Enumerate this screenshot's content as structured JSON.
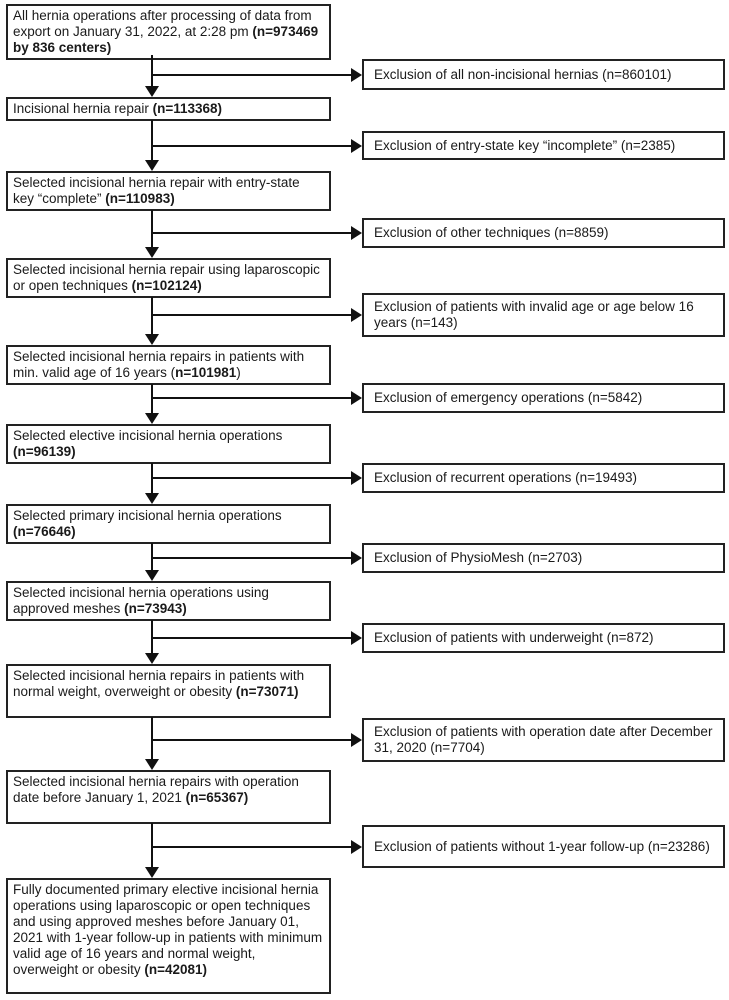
{
  "colors": {
    "ink": "#1a1a1a",
    "box_border": "#222222",
    "background": "#ffffff"
  },
  "flow": {
    "steps": [
      {
        "box": {
          "pre": "All hernia operations after processing of data from export on January 31, 2022, at 2:28 pm ",
          "bold": "(n=973469 by 836 centers)",
          "post": ""
        },
        "exclusion": "Exclusion of all non-incisional hernias (n=860101)"
      },
      {
        "box": {
          "pre": "Incisional hernia repair ",
          "bold": "(n=113368)",
          "post": ""
        },
        "exclusion": "Exclusion of entry-state key “incomplete” (n=2385)"
      },
      {
        "box": {
          "pre": "Selected incisional hernia repair with entry-state key “complete” ",
          "bold": "(n=110983)",
          "post": ""
        },
        "exclusion": "Exclusion of other techniques (n=8859)"
      },
      {
        "box": {
          "pre": "Selected incisional hernia repair using laparoscopic or open techniques ",
          "bold": "(n=102124)",
          "post": ""
        },
        "exclusion": "Exclusion of patients with invalid age or age below 16 years (n=143)"
      },
      {
        "box": {
          "pre": "Selected incisional hernia repairs in patients with min. valid age of 16 years (",
          "bold": "n=101981",
          "post": ")"
        },
        "exclusion": "Exclusion of emergency operations (n=5842)"
      },
      {
        "box": {
          "pre": "Selected elective incisional hernia operations ",
          "bold": "(n=96139)",
          "post": ""
        },
        "exclusion": "Exclusion of recurrent operations (n=19493)"
      },
      {
        "box": {
          "pre": "Selected primary incisional hernia operations ",
          "bold": "(n=76646)",
          "post": ""
        },
        "exclusion": "Exclusion of PhysioMesh (n=2703)"
      },
      {
        "box": {
          "pre": "Selected incisional hernia operations using approved meshes ",
          "bold": "(n=73943)",
          "post": ""
        },
        "exclusion": "Exclusion of patients with underweight (n=872)"
      },
      {
        "box": {
          "pre": "Selected incisional hernia repairs in patients with normal weight, overweight or obesity ",
          "bold": "(n=73071)",
          "post": ""
        },
        "exclusion": "Exclusion of patients with operation date after December 31, 2020 (n=7704)"
      },
      {
        "box": {
          "pre": "Selected incisional hernia repairs with operation date before January 1, 2021 ",
          "bold": "(n=65367)",
          "post": ""
        },
        "exclusion": "Exclusion of patients without 1-year follow-up (n=23286)"
      }
    ],
    "final_box": {
      "pre": "Fully documented primary elective incisional hernia operations using laparoscopic or open techniques and using approved meshes before January 01, 2021 with 1-year follow-up in patients with minimum valid age of 16 years and normal weight, overweight or obesity ",
      "bold": "(n=42081)",
      "post": ""
    }
  }
}
